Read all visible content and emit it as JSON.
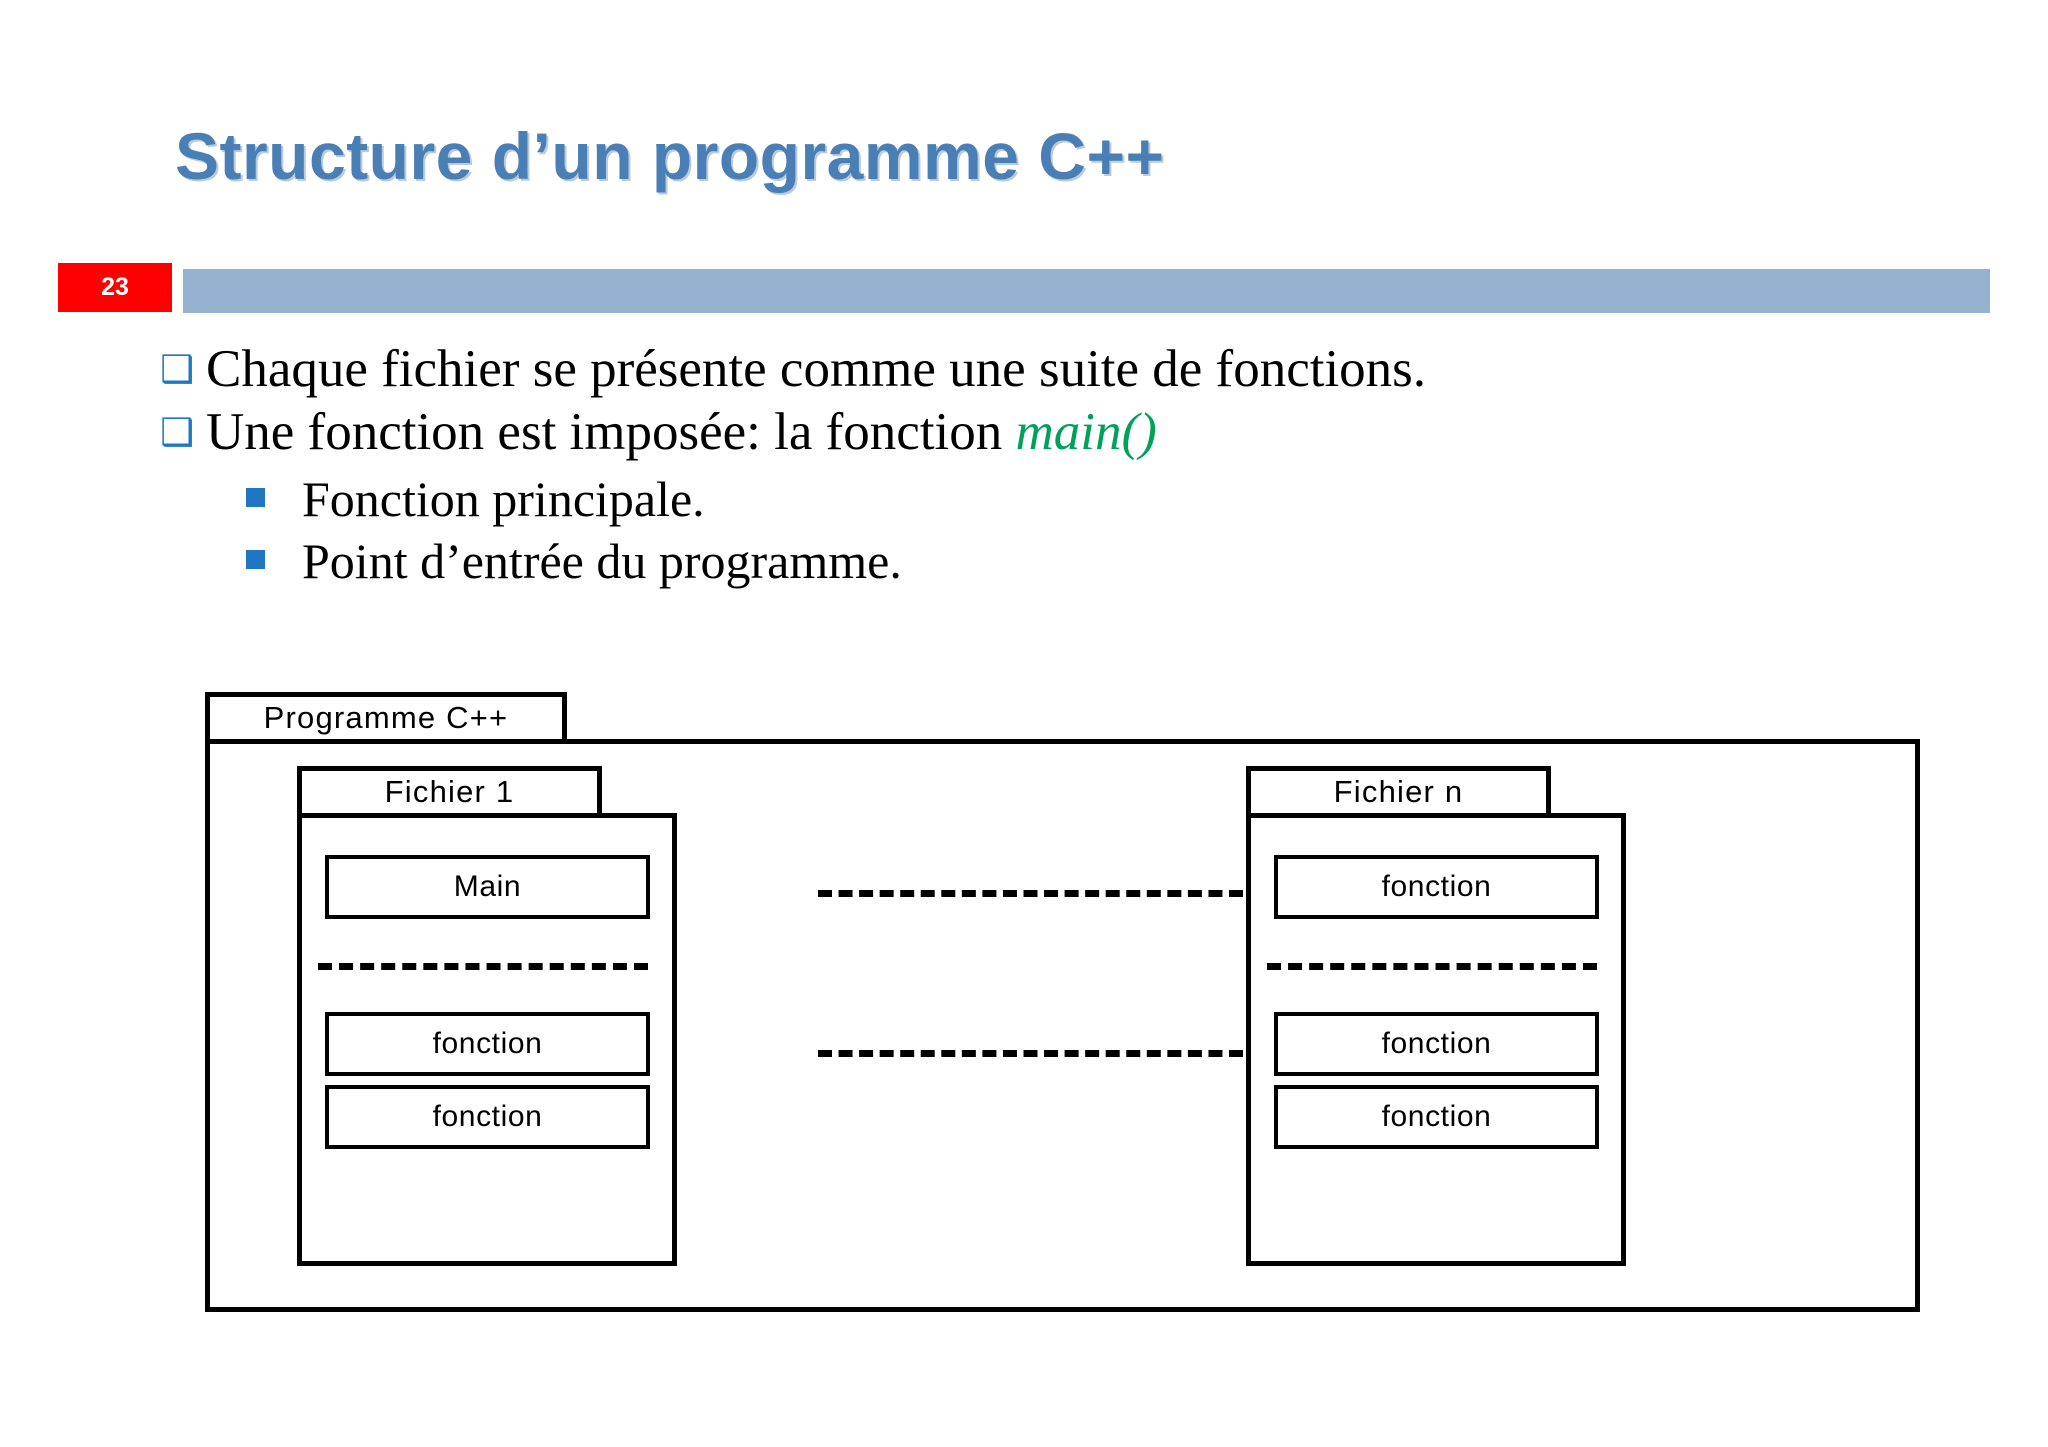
{
  "slide": {
    "title": "Structure d’un programme C++",
    "number": "23",
    "accent_blue": "#95b3d0",
    "title_blue": "#4a7fb5",
    "badge_red": "#ff0000",
    "bullet_blue": "#1f77c4",
    "code_green": "#00a15a"
  },
  "bullets": [
    {
      "marker": "hollow-square-bullet",
      "text": "Chaque fichier se présente comme une suite de fonctions."
    },
    {
      "marker": "hollow-square-bullet",
      "text_before": "Une fonction est imposée:  la fonction ",
      "code": "main()"
    }
  ],
  "sub_bullets": [
    {
      "marker": "filled-square-bullet",
      "text": "Fonction principale."
    },
    {
      "marker": "filled-square-bullet",
      "text": "Point d’entrée du programme."
    }
  ],
  "diagram": {
    "programme": {
      "label": "Programme C++"
    },
    "file_left": {
      "label": "Fichier  1",
      "cells": [
        "Main",
        "fonction",
        "fonction"
      ]
    },
    "file_right": {
      "label": "Fichier n",
      "cells": [
        "fonction",
        "fonction",
        "fonction"
      ]
    }
  }
}
